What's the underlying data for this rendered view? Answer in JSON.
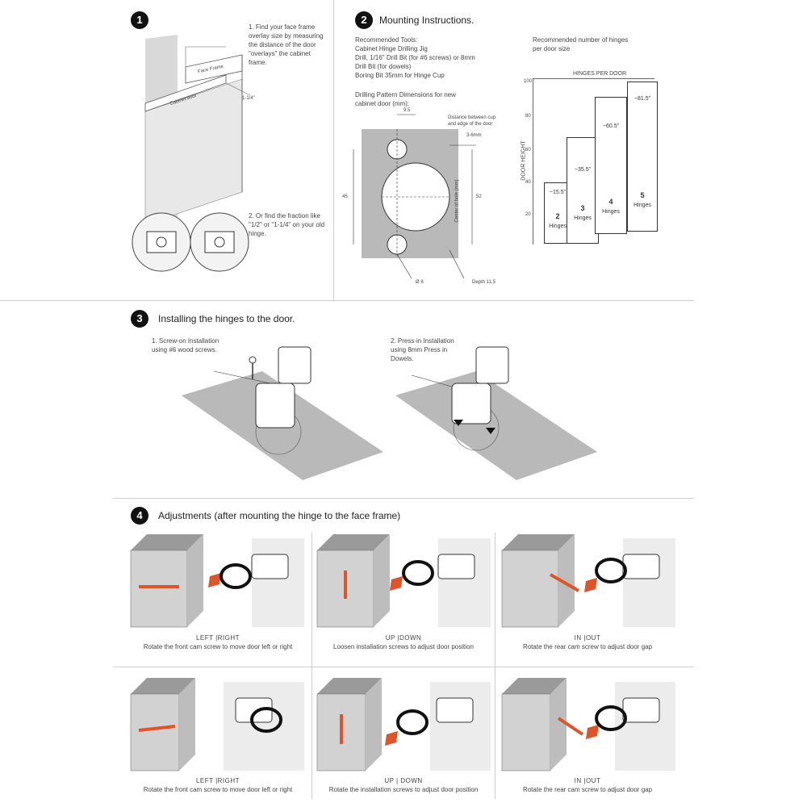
{
  "section1": {
    "number": "1",
    "step1_text": "1. Find your face frame overlay size by measuring the distance of the door \"overlays\" the cabinet frame.",
    "step2_text": "2. Or find the fraction like \"1/2\" or \"1-1/4\" on your old hinge.",
    "face_frame_label": "Face Frame",
    "cabinet_door_label": "Cabinet door",
    "overlay_label": "1-1/4\""
  },
  "section2": {
    "number": "2",
    "title": "Mounting Instructions.",
    "tools_heading": "Recommended Tools:",
    "tools": [
      "Cabinet Hinge Drilling Jig",
      "Drill, 1/16\" Drill Bit (for #6 screws) or 8mm",
      "Drill Bit (for dowels)",
      "Boring Bit 35mm for Hinge Cup"
    ],
    "pattern_heading": "Drilling Pattern Dimensions for new cabinet door (mm):",
    "dim_top": "9.5",
    "dim_gap_note": "Distance between cup and edge of the door",
    "dim_gap": "3-6mm",
    "dim_height": "45",
    "dim_center": "52",
    "dim_vertical_label": "Center of hole (mm)",
    "dim_diameter": "Ø 8",
    "dim_depth": "Depth 11.5",
    "hinges_note": "Recommended number of hinges per door size",
    "chart_title": "HINGES PER DOOR",
    "chart_axis": "DOOR HEIGHT",
    "hinges": [
      {
        "height": "~15.5\"",
        "count": "2",
        "unit": "Hinges"
      },
      {
        "height": "~35.5\"",
        "count": "3",
        "unit": "Hinges"
      },
      {
        "height": "~60.5\"",
        "count": "4",
        "unit": "Hinges"
      },
      {
        "height": "~81.5\"",
        "count": "5",
        "unit": "Hinges"
      }
    ],
    "ticks": [
      "100",
      "80",
      "60",
      "40",
      "20"
    ]
  },
  "section3": {
    "number": "3",
    "title": "Installing the hinges to the door.",
    "method1": "1. Screw-on Installation using #6 wood screws.",
    "method2": "2. Press-in Installation using 8mm Press in Dowels."
  },
  "section4": {
    "number": "4",
    "title": "Adjustments (after mounting the hinge to the face frame)",
    "panels": [
      {
        "label": "LEFT |RIGHT",
        "text": "Rotate the front cam screw to move door left or right"
      },
      {
        "label": "UP |DOWN",
        "text": "Loosen installation screws to adjust door position"
      },
      {
        "label": "IN |OUT",
        "text": "Rotate the rear cam screw to adjust door gap"
      },
      {
        "label": "LEFT |RIGHT",
        "text": "Rotate the front cam screw to move door left or right"
      },
      {
        "label": "UP | DOWN",
        "text": "Rotate the installation screws to adjust door position"
      },
      {
        "label": "IN |OUT",
        "text": "Rotate the rear cam screw to adjust door gap"
      }
    ]
  },
  "colors": {
    "accent": "#e0542a",
    "ink": "#333333",
    "gray": "#b9b9b9"
  }
}
